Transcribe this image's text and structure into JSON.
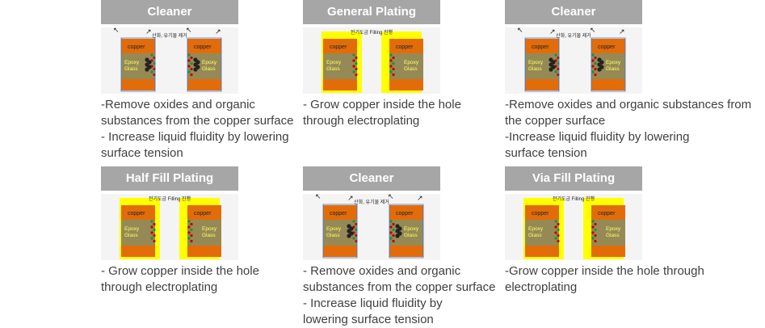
{
  "labels": {
    "copper": "copper",
    "epoxy1": "Epoxy",
    "epoxy2": "Glass",
    "cleaner_note": "산화, 유기물 제거",
    "plating_note": "전기도금 Filling 진행"
  },
  "colors": {
    "header_bg": "#a6a6a6",
    "copper": "#e36c0a",
    "epoxy": "#958a55",
    "plating": "#ffff00",
    "epoxy_text": "#ffff66"
  },
  "cards": [
    {
      "title": "Cleaner",
      "type": "cleaner",
      "description": "-Remove oxides and organic\nsubstances from the copper surface\n - Increase liquid fluidity by lowering\nsurface tension"
    },
    {
      "title": "General Plating",
      "type": "plating",
      "description": "- Grow copper inside the hole\nthrough electroplating"
    },
    {
      "title": "Cleaner",
      "type": "cleaner",
      "description": "-Remove oxides and organic substances from\nthe copper surface\n -Increase liquid fluidity by lowering\nsurface tension"
    },
    {
      "title": "Half Fill Plating",
      "type": "plating",
      "description": "- Grow copper inside the hole\nthrough electroplating"
    },
    {
      "title": "Cleaner",
      "type": "cleaner",
      "description": "- Remove oxides and organic\nsubstances from the copper surface\n- Increase liquid fluidity by\nlowering surface tension"
    },
    {
      "title": "Via Fill Plating",
      "type": "plating",
      "description": " -Grow copper inside the hole through electroplating"
    }
  ]
}
